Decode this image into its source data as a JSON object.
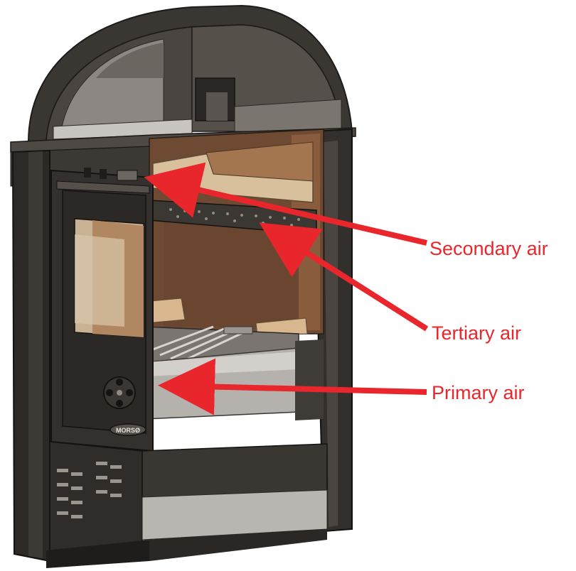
{
  "diagram": {
    "labels": {
      "secondary": "Secondary air",
      "tertiary": "Tertiary air",
      "primary": "Primary air"
    },
    "badge_text": "MORSØ",
    "colors": {
      "arrow": "#e8262b",
      "steel_dark": "#2f2c29",
      "steel_mid": "#4a4540",
      "firebrick": "#6e4a33",
      "firebrick_light": "#a4764f",
      "baffle": "#d8c09c",
      "grey_panel": "#b5b2ae"
    }
  }
}
